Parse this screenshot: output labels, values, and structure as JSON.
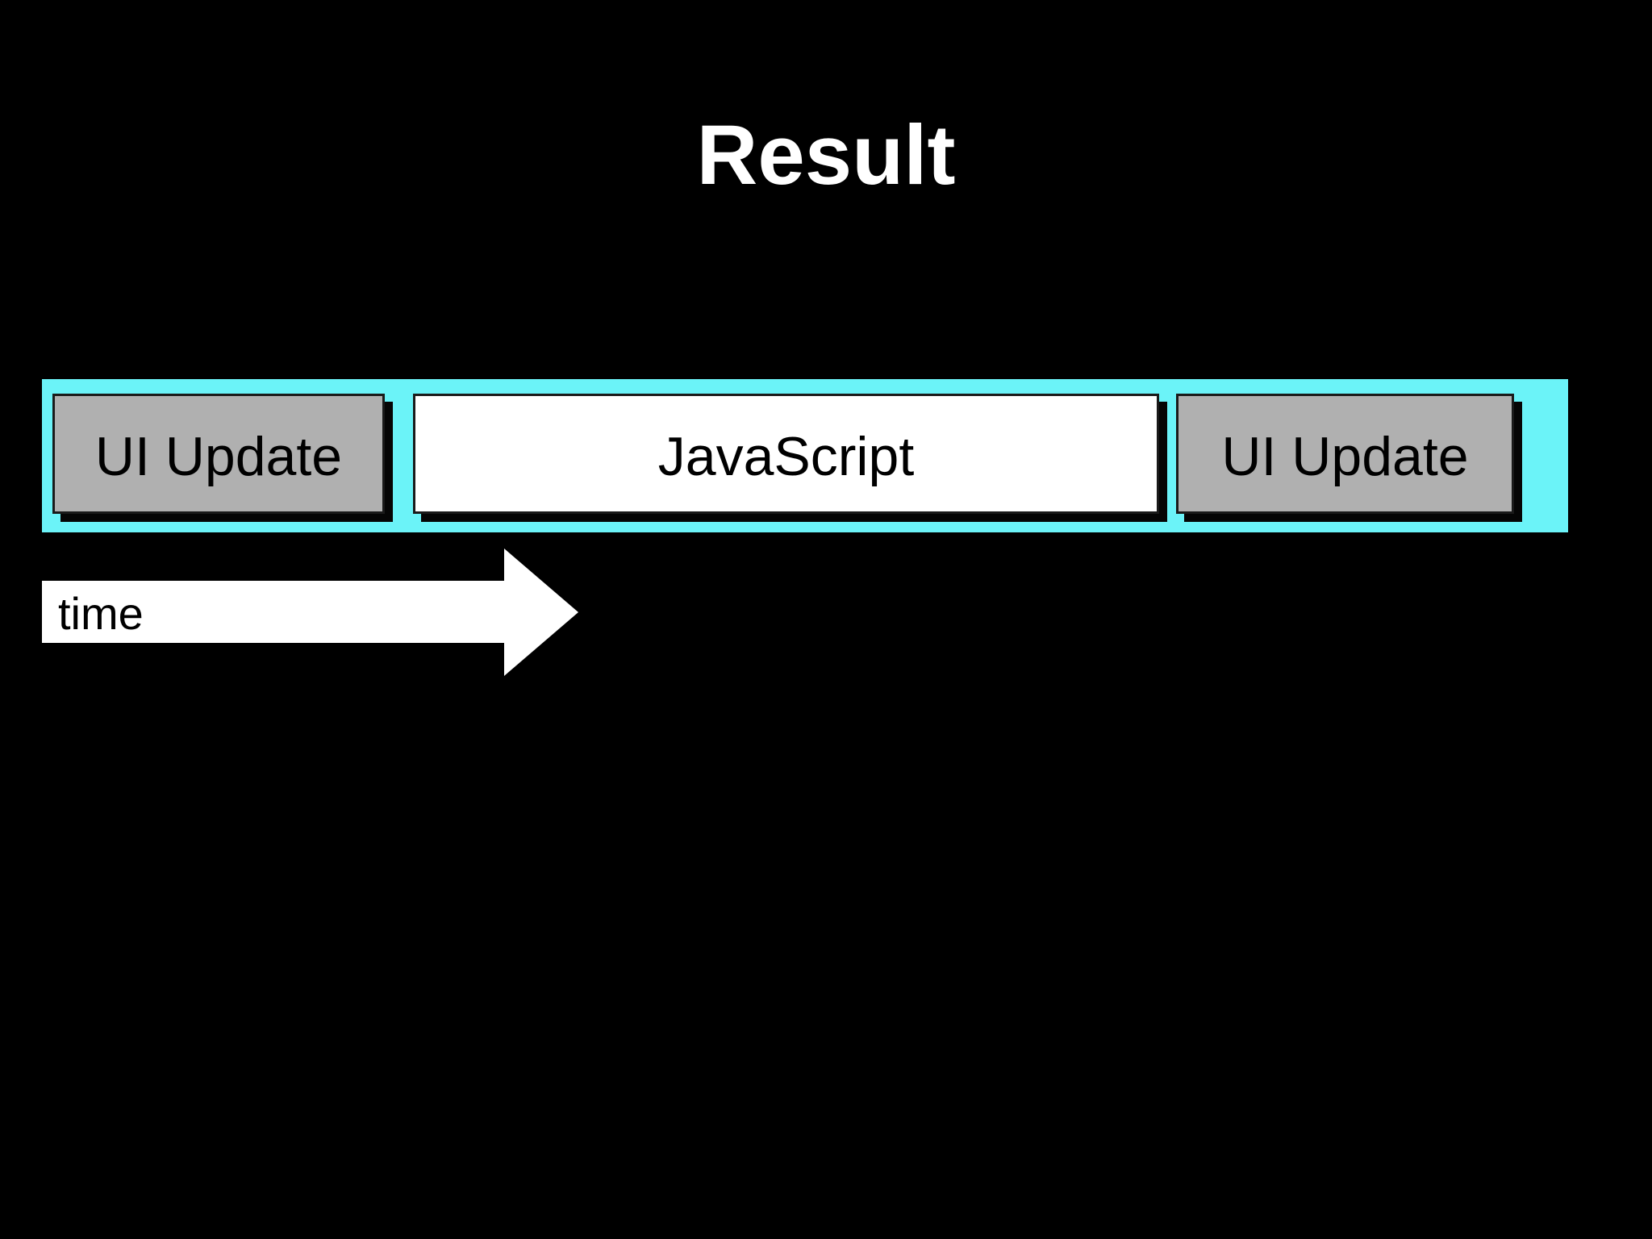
{
  "slide": {
    "title": "Result"
  },
  "colors": {
    "background": "#000000",
    "title_text": "#FFFFFF",
    "track": "#6BF3F8",
    "segment_gray": "#B0B0B0",
    "segment_white": "#FFFFFF",
    "segment_border": "#1A1A1A",
    "shadow": "#050505",
    "label_text": "#000000",
    "arrow_fill": "#FFFFFF"
  },
  "timeline": {
    "segments": [
      {
        "id": "ui-update-1",
        "kind": "ui",
        "label": "UI Update"
      },
      {
        "id": "javascript",
        "kind": "js",
        "label": "JavaScript"
      },
      {
        "id": "ui-update-2",
        "kind": "ui",
        "label": "UI Update"
      }
    ]
  },
  "time_axis": {
    "label": "time"
  }
}
